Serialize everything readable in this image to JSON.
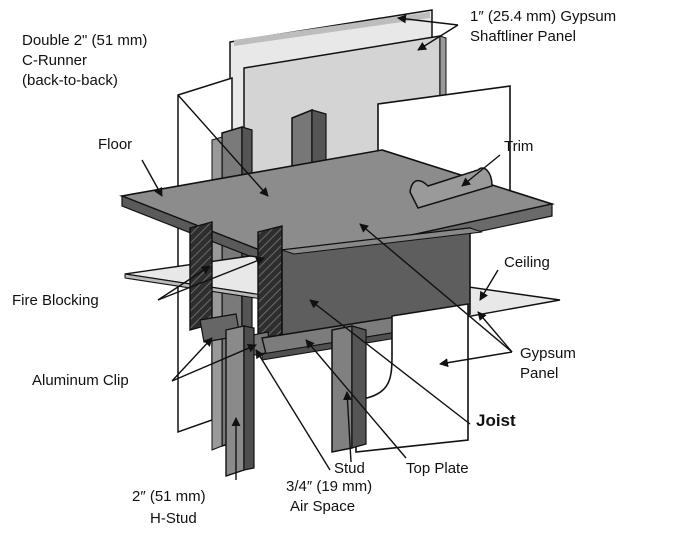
{
  "labels": {
    "shaftliner_line1": "1″ (25.4 mm) Gypsum",
    "shaftliner_line2": "Shaftliner Panel",
    "runner_line1": "Double 2\" (51 mm)",
    "runner_line2": "C-Runner",
    "runner_line3": "(back-to-back)",
    "floor": "Floor",
    "trim": "Trim",
    "ceiling": "Ceiling",
    "fire_blocking": "Fire Blocking",
    "gypsum_panel_line1": "Gypsum",
    "gypsum_panel_line2": "Panel",
    "aluminum_clip": "Aluminum Clip",
    "joist": "Joist",
    "stud": "Stud",
    "top_plate": "Top Plate",
    "hstud_line1": "2″ (51 mm)",
    "hstud_line2": "H-Stud",
    "airspace_line1": "3/4″ (19 mm)",
    "airspace_line2": "Air Space"
  },
  "colors": {
    "steel": "#7a7a7a",
    "steel_dark": "#555555",
    "gypsum": "#d2d2d2",
    "panel_white": "#ffffff",
    "fire_block": "#3a3a3a",
    "outline": "#111111"
  }
}
